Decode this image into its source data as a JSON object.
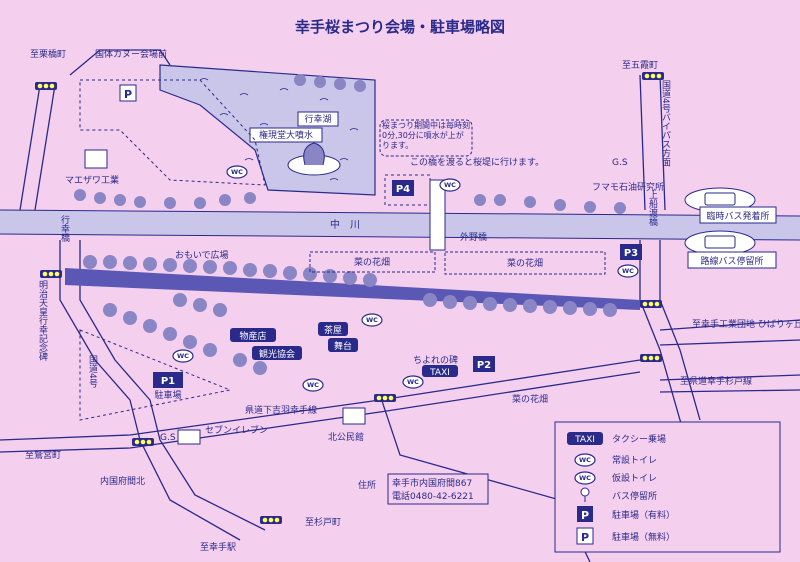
{
  "title": "幸手桜まつり会場・駐車場略図",
  "places": {
    "to_kurihashi": "至栗橋町",
    "national_canoe": "国体カヌー会場前",
    "gyoko_lake": "行幸湖",
    "fountain": "権現堂大噴水",
    "cherry_notice": "桜まつり期間中は毎時刻0分,30分に噴水が上がります。",
    "bridge_note": "この橋を渡ると桜堤に行けます。",
    "gs": "G.S",
    "to_goka": "至五霞町",
    "bypass": "国道4号バイパス方面",
    "maezawa": "マエザワ工業",
    "fumoto_oil": "フマモ石油研究所",
    "kamifunato": "上船渡橋",
    "temp_bus": "臨時バス発着所",
    "route_bus": "路線バス停留所",
    "gyoko_bridge": "行幸橋",
    "river": "中　川",
    "sotono_bridge": "外野橋",
    "omoide": "おもいで広場",
    "nanohana1": "菜の花畑",
    "nanohana2": "菜の花畑",
    "nanohana3": "菜の花畑",
    "meiji_monument": "明治天皇行幸記念碑",
    "bussan": "物産店",
    "kanko": "観光協会",
    "chaya": "茶屋",
    "butai": "舞台",
    "yomei": "ちよれの碑",
    "taxi_label": "TAXI",
    "to_industrial": "至幸手工業団地 ひばりヶ丘球場へ",
    "to_sugito": "至県道幸手杉戸線",
    "route4": "国道4号",
    "parking_lot": "駐車場",
    "prefectural_road": "県道下吉羽幸手線",
    "seven_eleven": "セブンイレブン",
    "kita_kominkan": "北公民館",
    "to_washinomiya": "至鷲宮町",
    "uchikoku_north": "内国府間北",
    "address_label": "住所",
    "address": "幸手市内国府間867",
    "tel": "電話0480-42-6221",
    "to_sugito_town": "至杉戸町",
    "to_satte_station": "至幸手駅"
  },
  "markers": {
    "p_paid": "P",
    "p_free": "P",
    "p1": "P1",
    "p2": "P2",
    "p3": "P3",
    "p4": "P4",
    "wc": "WC"
  },
  "legend": {
    "taxi": "TAXI",
    "taxi_label": "タクシー乗場",
    "wc_perm": "WC",
    "wc_perm_label": "常設トイレ",
    "wc_temp": "WC",
    "wc_temp_label": "仮設トイレ",
    "bus_label": "バス停留所",
    "p_paid": "P",
    "p_paid_label": "駐車場（有料）",
    "p_free": "P",
    "p_free_label": "駐車場（無料）"
  },
  "colors": {
    "ink": "#2a2a8a",
    "background": "#f4cfee",
    "river": "#c9c6ea",
    "trees": "#8a86c6",
    "embankment": "#5a58b4"
  }
}
